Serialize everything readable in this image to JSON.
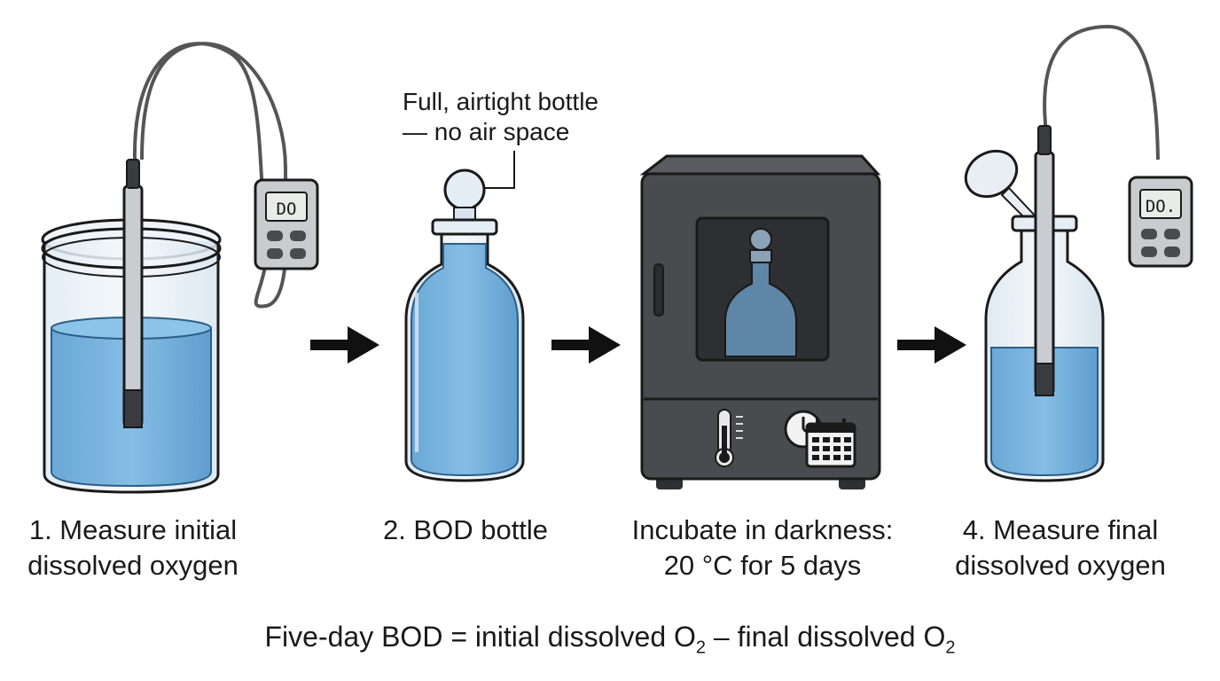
{
  "steps": [
    {
      "line1": "1. Measure initial",
      "line2": "dissolved oxygen"
    },
    {
      "line1": "2. BOD bottle",
      "line2": ""
    },
    {
      "line1": "Incubate in darkness:",
      "line2": "20 °C for 5 days"
    },
    {
      "line1": "4. Measure final",
      "line2": "dissolved oxygen"
    }
  ],
  "callout": {
    "line1": "Full, airtight bottle",
    "line2": "— no air space"
  },
  "meters": {
    "left_display": "DO",
    "right_display": "DO."
  },
  "formula": {
    "left": "Five-day BOD = initial dissolved O",
    "sub1": "2",
    "mid": " – final dissolved O",
    "sub2": "2"
  },
  "colors": {
    "water": "#7ab4dd",
    "oven": "#4a4b4f",
    "outline": "#1a1a1a",
    "glass": "#e8f1f8"
  }
}
